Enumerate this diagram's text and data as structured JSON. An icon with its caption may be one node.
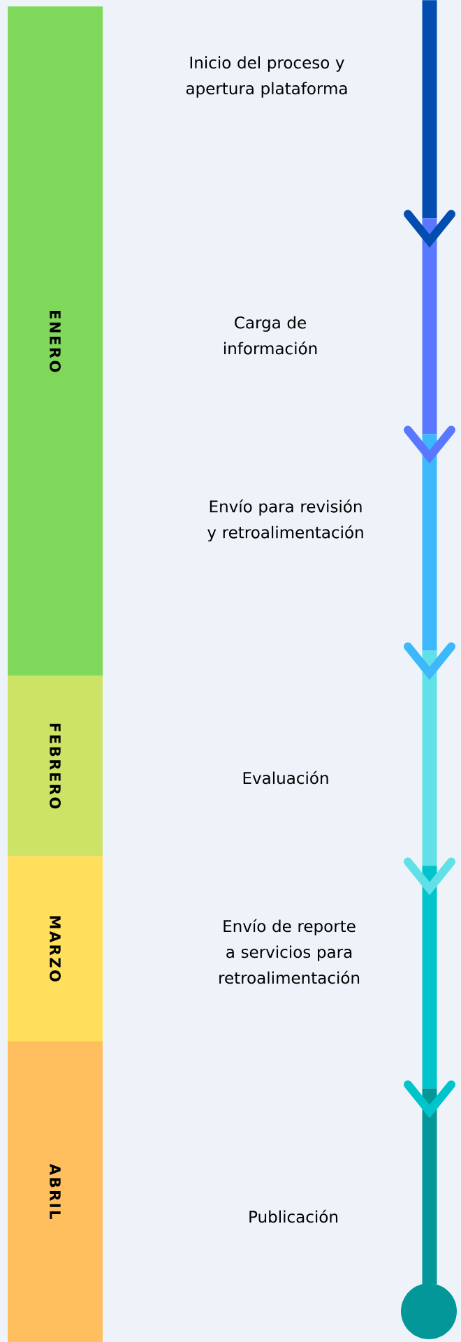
{
  "diagram": {
    "nodes": [
      {
        "text": [
          "ENERO"
        ]
      },
      {
        "text": [
          "FEBRERO"
        ]
      },
      {
        "text": [
          "MARZO"
        ]
      },
      {
        "text": [
          "ABRIL"
        ]
      },
      {
        "text": [],
        "shape": "bar"
      },
      {
        "text": [],
        "shape": "bar"
      },
      {
        "text": [],
        "shape": "bar"
      },
      {
        "text": [],
        "shape": "bar"
      },
      {
        "text": [],
        "shape": "bar"
      },
      {
        "text": [],
        "shape": "bar"
      },
      {
        "text": [],
        "shape": "circle"
      }
    ],
    "edges": [
      {
        "from": 4,
        "to": 5,
        "arrow": "to",
        "color": "#034db0"
      },
      {
        "from": 5,
        "to": 6,
        "arrow": "to",
        "color": "#5a78ff"
      },
      {
        "from": 6,
        "to": 7,
        "arrow": "to",
        "color": "#3cb8fb"
      },
      {
        "from": 7,
        "to": 8,
        "arrow": "to",
        "color": "#61e0e8"
      },
      {
        "from": 8,
        "to": 9,
        "arrow": "to",
        "color": "#00c4cc"
      }
    ],
    "labels": [
      "Inicio del proceso y apertura plataforma",
      "Carga de información",
      "Envío para revisión y retroalimentación",
      "Evaluación",
      "Envío de reporte a servicios para retroalimentación",
      "Publicación"
    ]
  }
}
